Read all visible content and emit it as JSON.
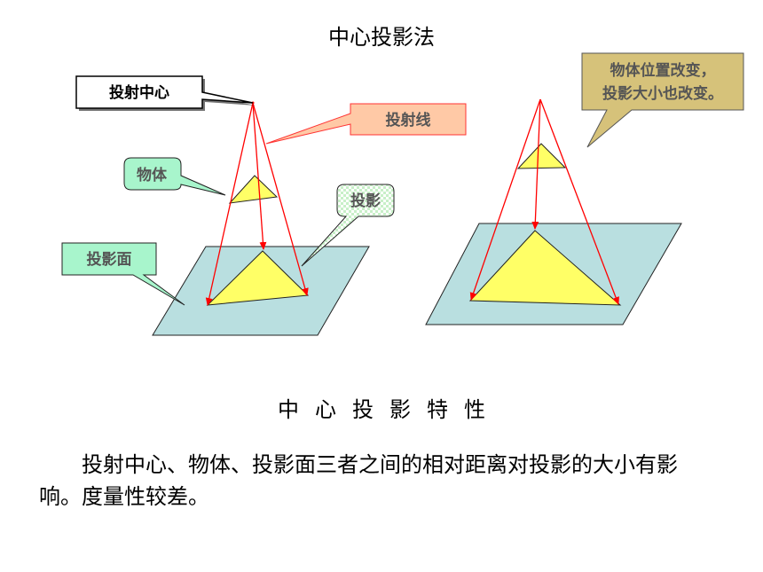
{
  "title": "中心投影法",
  "labels": {
    "projection_center": "投射中心",
    "projection_line": "投射线",
    "object": "物体",
    "projection": "投影",
    "projection_plane": "投影面",
    "note_line1": "物体位置改变，",
    "note_line2": "投影大小也改变。"
  },
  "subtitle": "中心投影特性",
  "description": "投射中心、物体、投影面三者之间的相对距离对投影的大小有影响。度量性较差。",
  "colors": {
    "plane": "#b9dfe0",
    "triangle": "#ffff66",
    "ray": "#ff0000",
    "callout_white": "#ffffff",
    "callout_orange": "#ffc9a6",
    "callout_green": "#a8f5cc",
    "callout_note": "#d6c27a"
  }
}
